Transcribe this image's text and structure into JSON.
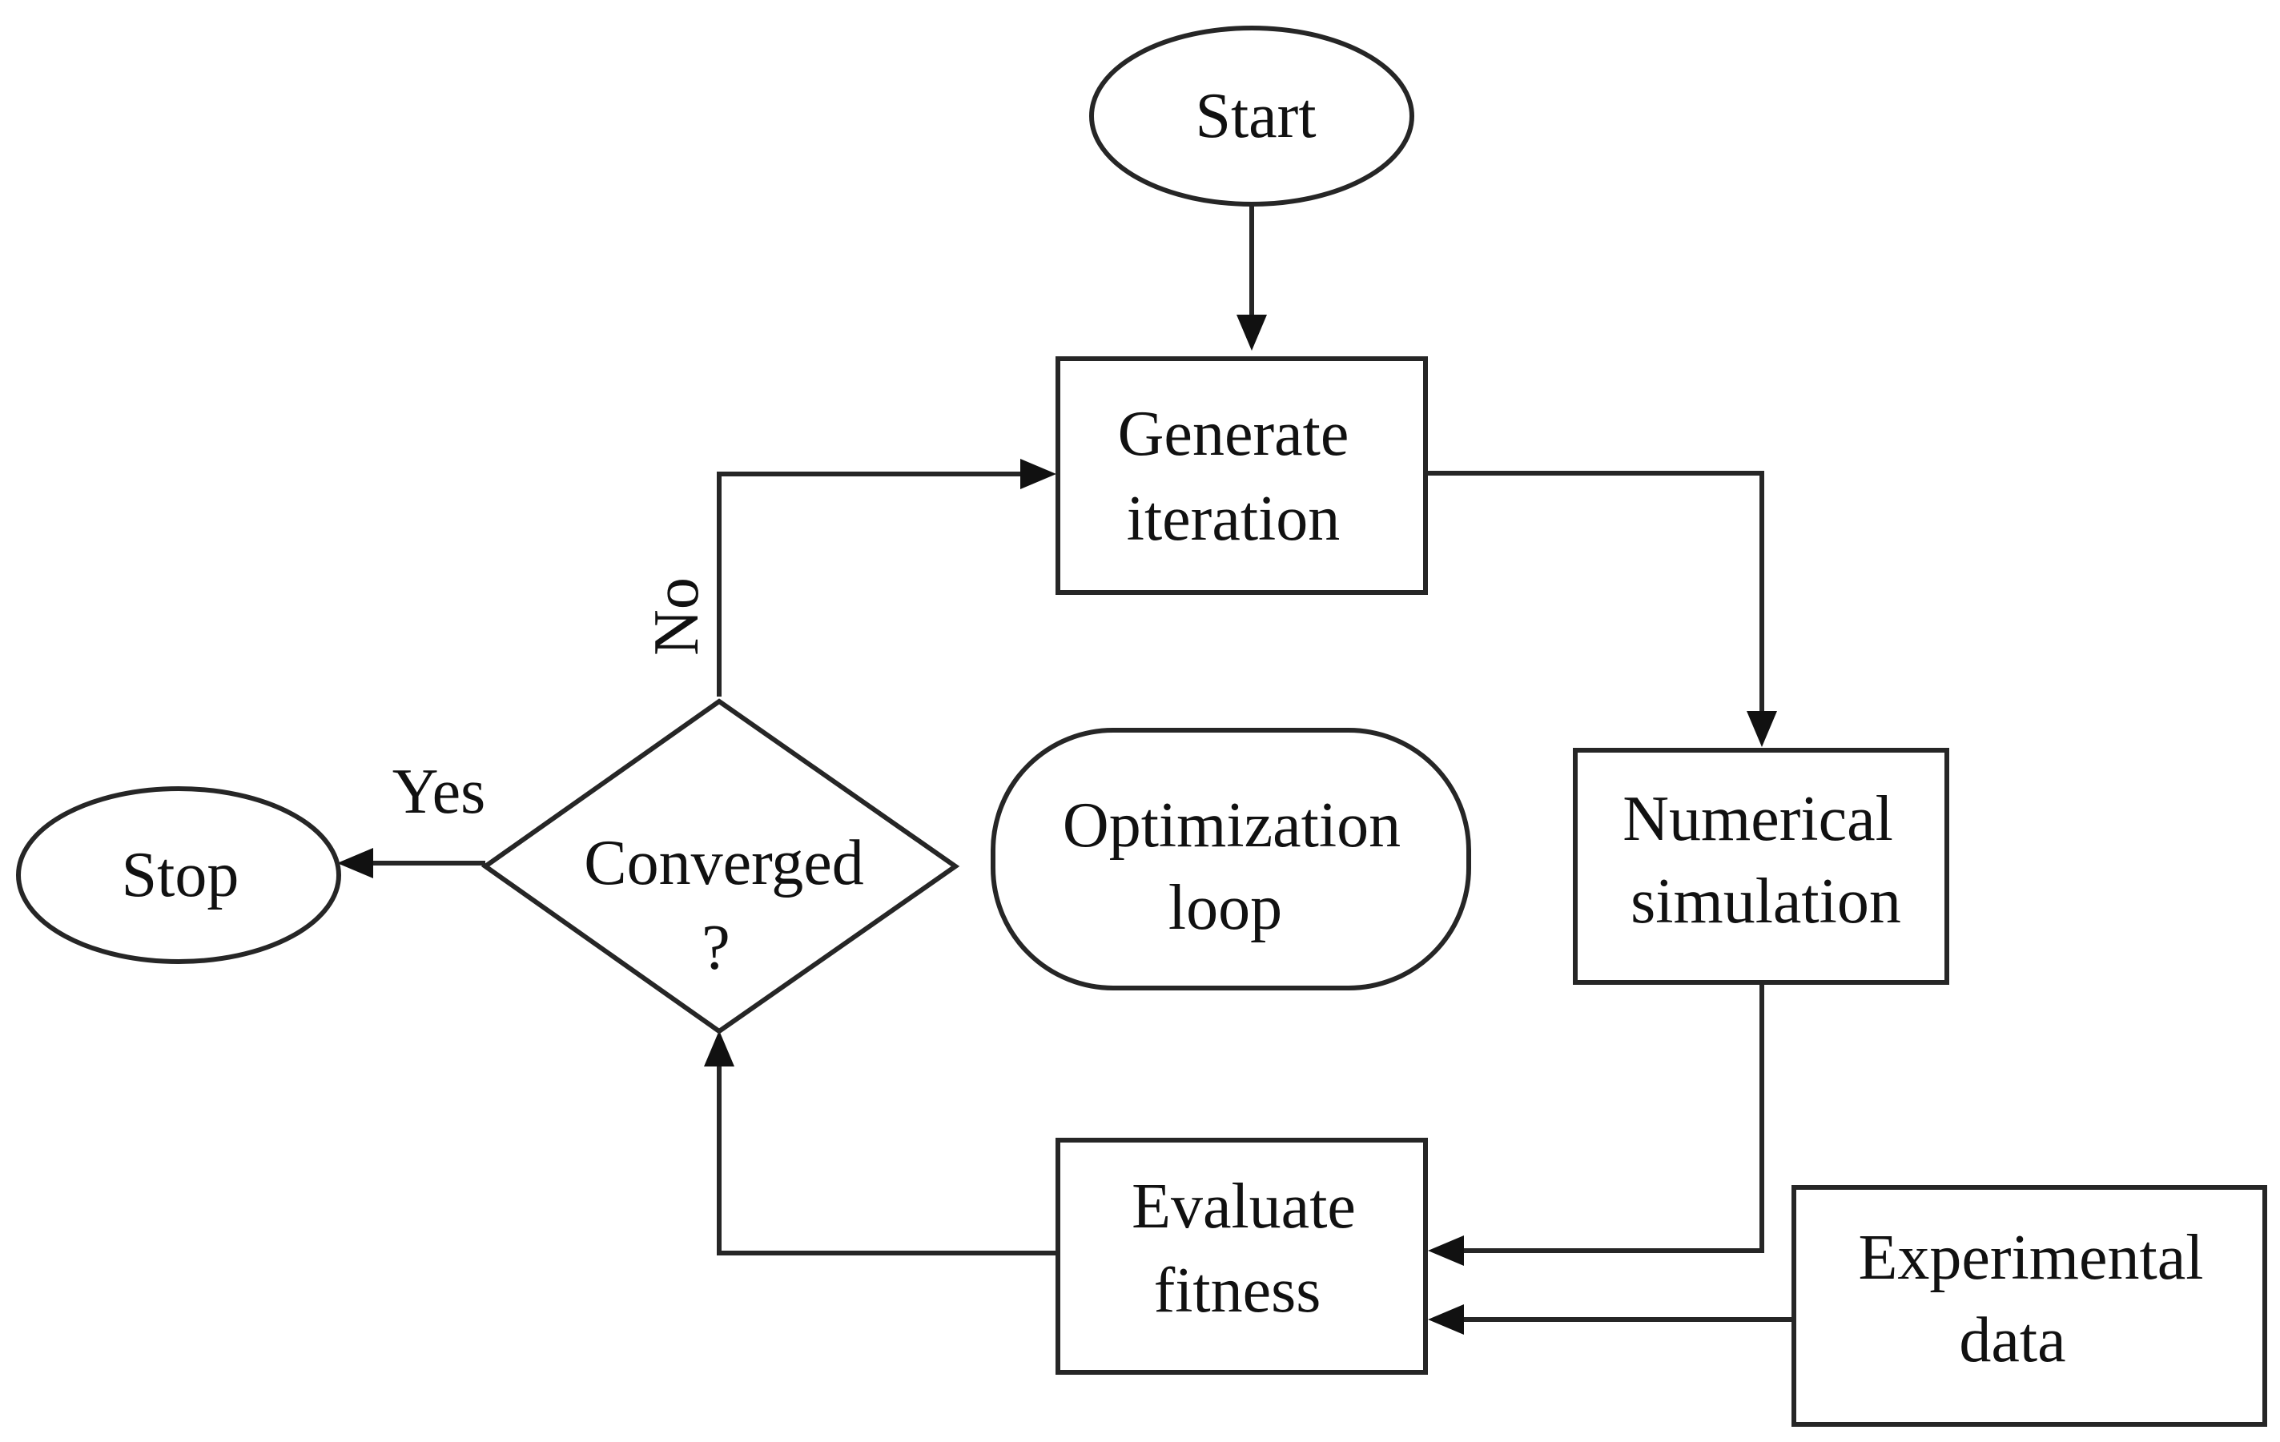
{
  "nodes": {
    "start": "Start",
    "generate": [
      "Generate",
      "iteration"
    ],
    "numerical": [
      "Numerical",
      "simulation"
    ],
    "evaluate": [
      "Evaluate",
      "fitness"
    ],
    "experimental": [
      "Experimental",
      "data"
    ],
    "converged": [
      "Converged",
      "?"
    ],
    "stop": "Stop",
    "loop": [
      "Optimization",
      "loop"
    ]
  },
  "edges": {
    "yes": "Yes",
    "no": "No"
  }
}
